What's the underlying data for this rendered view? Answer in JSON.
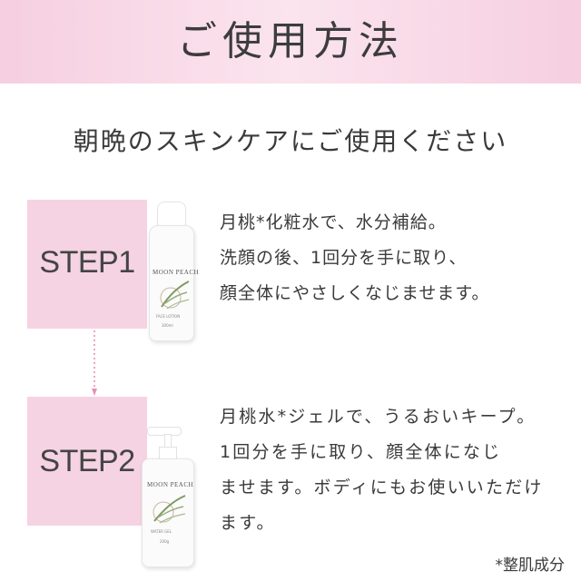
{
  "header": {
    "title": "ご使用方法"
  },
  "subtitle": "朝晩のスキンケアにご使用ください",
  "steps": [
    {
      "label": "STEP1",
      "product": {
        "brand": "MOON PEACH",
        "type": "FACE LOTION",
        "volume": "300ml"
      },
      "lines": [
        "月桃*化粧水で、水分補給。",
        "洗顔の後、1回分を手に取り、",
        "顔全体にやさしくなじませます。"
      ]
    },
    {
      "label": "STEP2",
      "product": {
        "brand": "MOON PEACH",
        "type": "WATER GEL",
        "volume": "200g"
      },
      "lines": [
        "月桃水*ジェルで、うるおいキープ。",
        "1回分を手に取り、顔全体になじ",
        "ませます。ボディにもお使いいただけ",
        "ます。"
      ]
    }
  ],
  "footnote": "*整肌成分",
  "colors": {
    "header_bg": "#f6cfe0",
    "step_box": "#f5d3e2",
    "arrow": "#e98fb6"
  }
}
